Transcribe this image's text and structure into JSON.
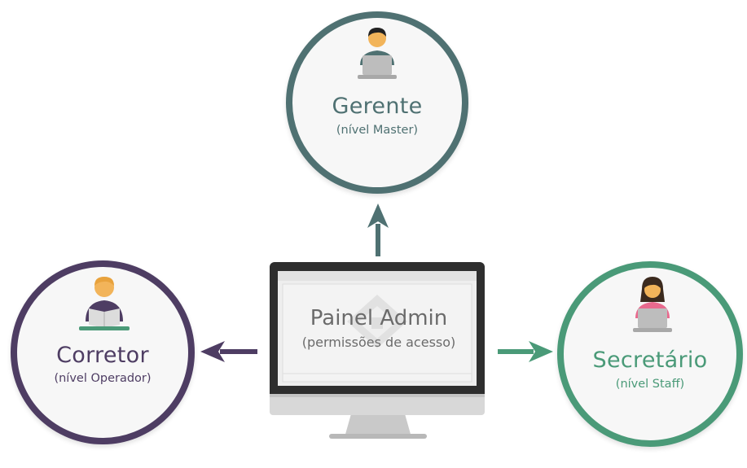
{
  "center": {
    "title": "Painel Admin",
    "subtitle": "(permissões de acesso)"
  },
  "roles": {
    "gerente": {
      "title": "Gerente",
      "level": "(nível Master)",
      "color": "#4f7172"
    },
    "corretor": {
      "title": "Corretor",
      "level": "(nível Operador)",
      "color": "#4e3d63"
    },
    "secretario": {
      "title": "Secretário",
      "level": "(nível Staff)",
      "color": "#4a9a78"
    }
  },
  "icons": {
    "center": "monitor-icon",
    "watermark": "house-logo-icon",
    "gerente": "user-laptop-icon",
    "corretor": "user-reading-icon",
    "secretario": "user-laptop-female-icon"
  }
}
